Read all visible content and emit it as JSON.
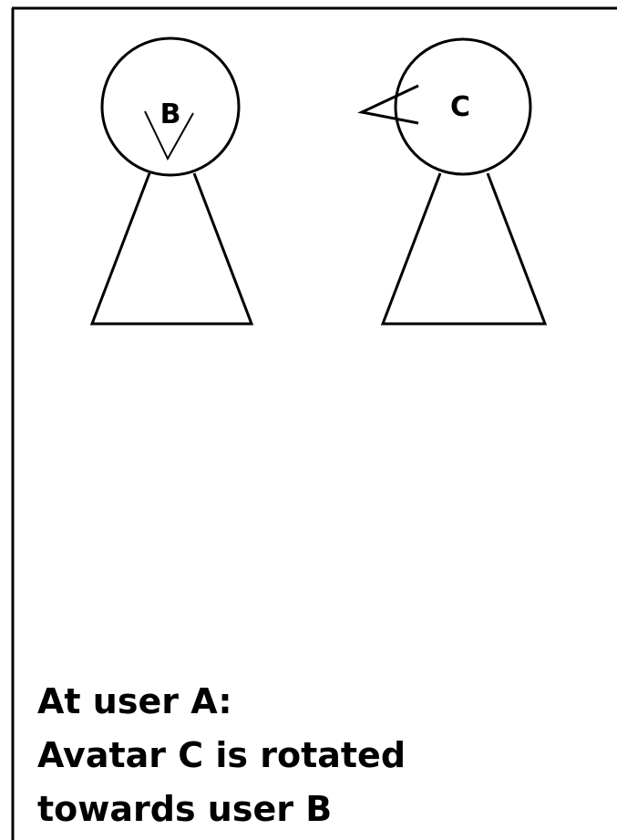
{
  "avatars": [
    {
      "label": "B",
      "facing": "toward-viewer"
    },
    {
      "label": "C",
      "facing": "left"
    }
  ],
  "caption": {
    "line1": "At user A:",
    "line2": "Avatar C is rotated",
    "line3": "towards user B"
  },
  "colors": {
    "stroke": "#000000",
    "background": "#ffffff"
  }
}
